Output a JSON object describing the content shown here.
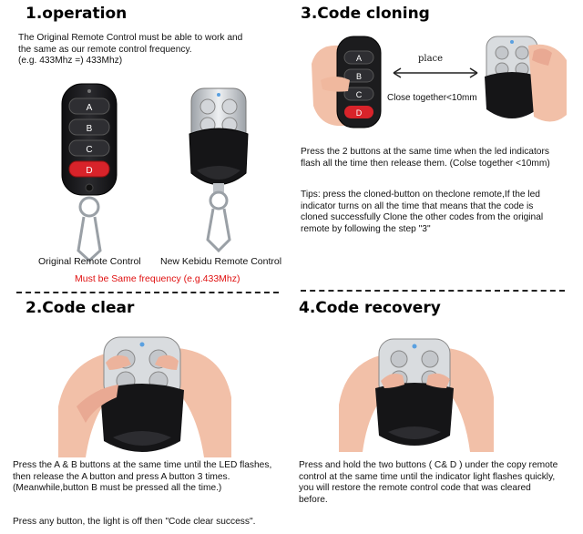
{
  "sections": {
    "operation": {
      "title": "1.operation",
      "desc1": "The Original  Remote Control must be able to work and",
      "desc2": "the same as our remote control frequency.",
      "desc3": "(e.g. 433Mhz   =)  433Mhz)",
      "original_label": "Original Remote Control",
      "new_label": "New Kebidu Remote Control",
      "frequency_note": "Must be Same frequency (e.g.433Mhz)",
      "buttons": [
        "A",
        "B",
        "C",
        "D"
      ]
    },
    "cloning": {
      "title": "3.Code cloning",
      "place_label": "place",
      "distance_label": "Close together<10mm",
      "buttons": [
        "A",
        "B",
        "C",
        "D"
      ],
      "p1_l1": "Press the 2 buttons at the same time when the led indicators",
      "p1_l2": "flash all the time then release them.  (Colse together <10mm)",
      "p2_l1": "Tips: press the cloned-button on theclone remote,If the led",
      "p2_l2": "indicator turns on all the time that means that the code is",
      "p2_l3": "cloned successfully Clone the other codes from the original",
      "p2_l4": "remote  by following the step \"3\""
    },
    "clear": {
      "title": "2.Code clear",
      "l1": "Press the A & B buttons at the same time until the LED flashes,",
      "l2": "then release the  A button and press A button 3 times.",
      "l3": "(Meanwhile,button B must be pressed all the time.)",
      "l4": "Press any button, the light is off then \"Code clear success\"."
    },
    "recovery": {
      "title": "4.Code recovery",
      "l1": "Press and hold the two buttons ( C& D ) under the copy remote",
      "l2": "control at the same time until the indicator light flashes quickly,",
      "l3": "you will restore the remote control code that was cleared",
      "l4": "before."
    }
  },
  "colors": {
    "skin": "#f2c0a8",
    "skin_dark": "#d89a82",
    "remote_black": "#1c1c1e",
    "button_gray": "#2e2e32",
    "button_red": "#d8232a",
    "chrome": "#c9ccd0",
    "text_red": "#e01010"
  }
}
